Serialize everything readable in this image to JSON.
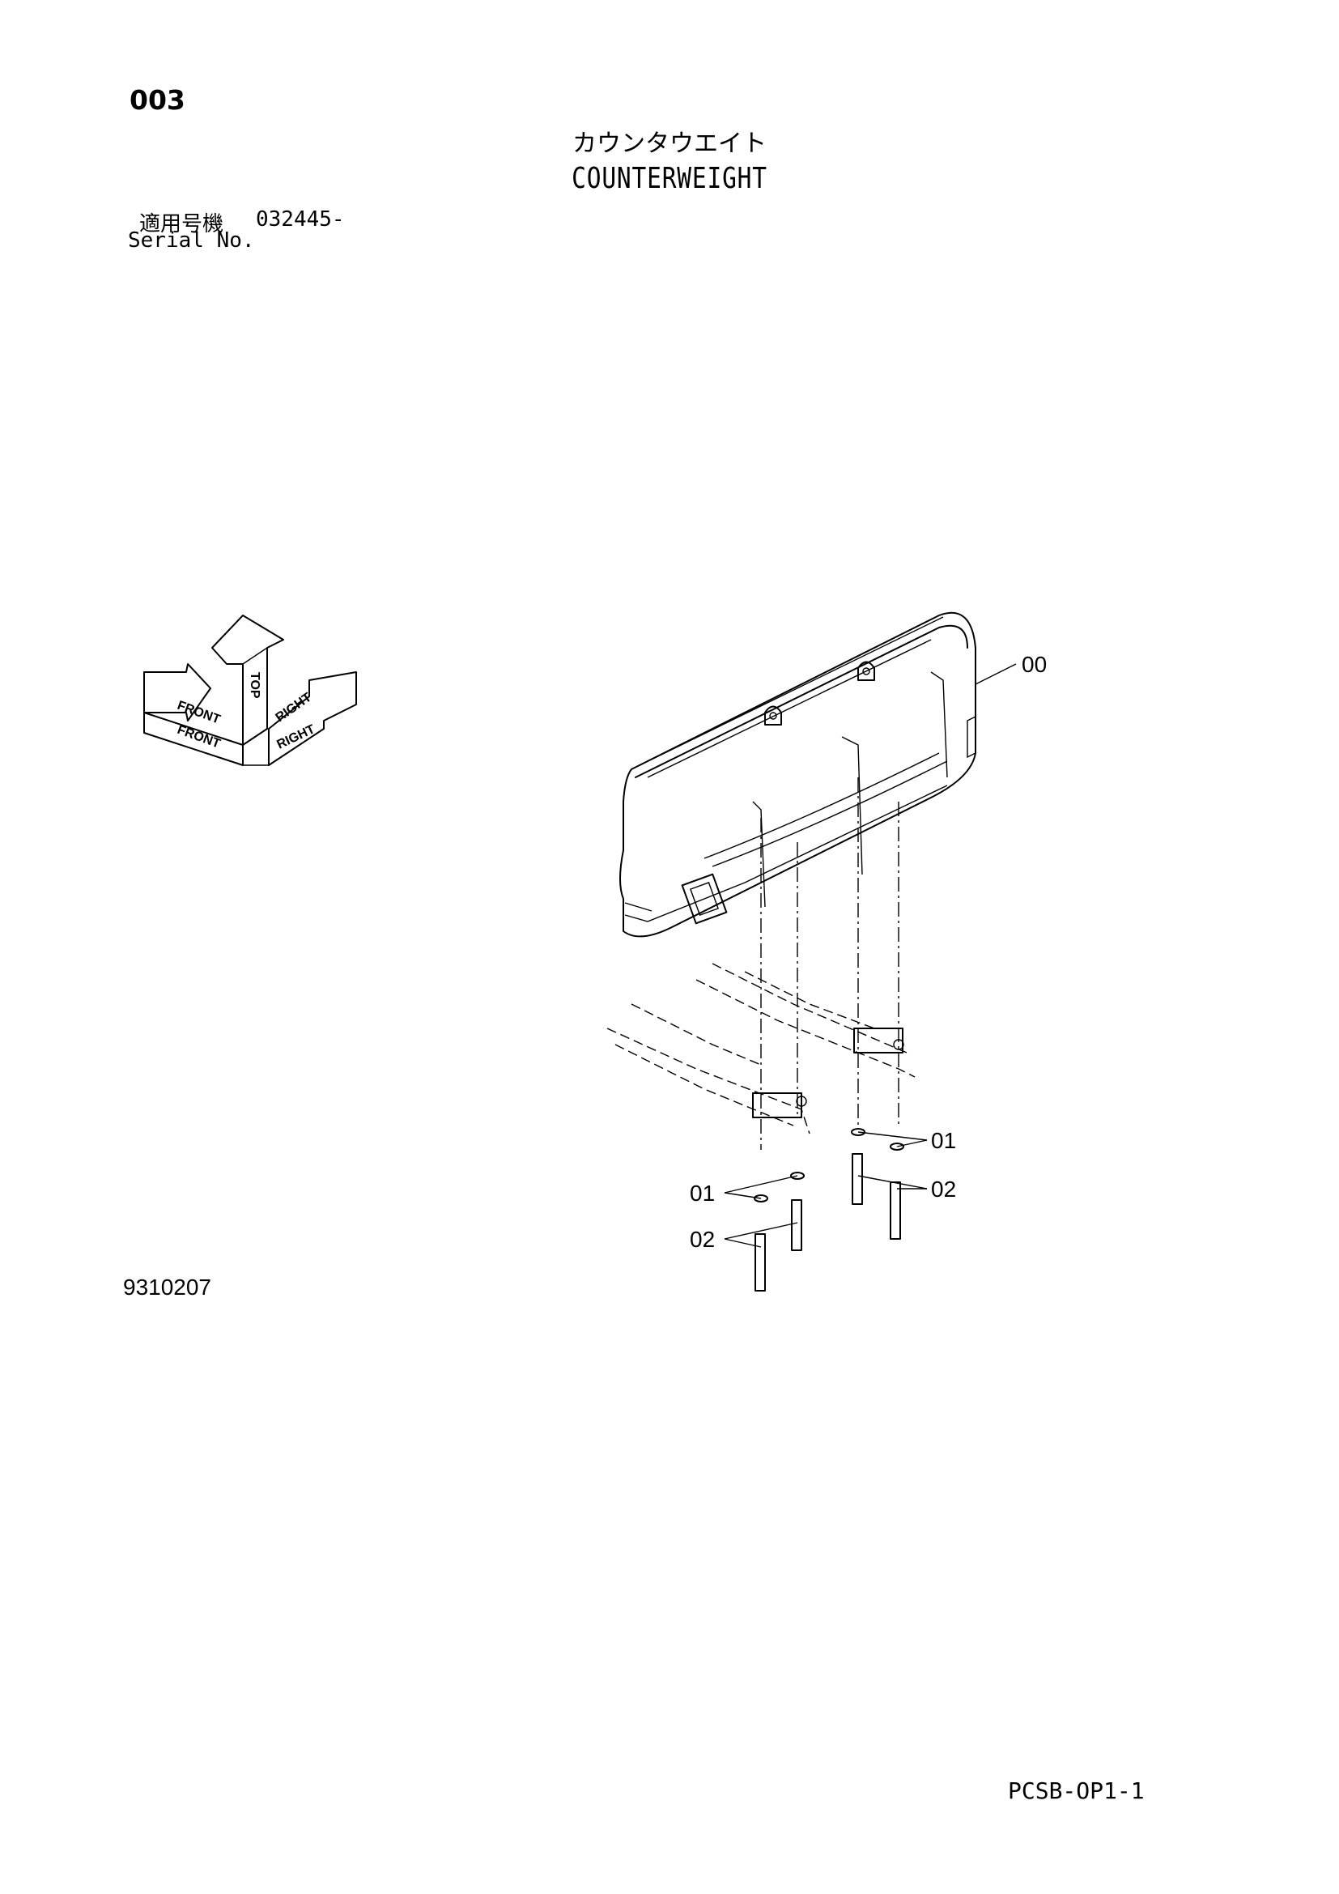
{
  "header": {
    "page_number": "003",
    "title_jp": "カウンタウエイト",
    "title_en": "COUNTERWEIGHT",
    "serial_label_jp": "適用号機",
    "serial_value": "032445-",
    "serial_label_en": "Serial No."
  },
  "orientation": {
    "top": "TOP",
    "front": "FRONT",
    "right": "RIGHT"
  },
  "callouts": {
    "counterweight": "00",
    "washer_right": "01",
    "bolt_right": "02",
    "washer_left": "01",
    "bolt_left": "02"
  },
  "footer": {
    "drawing_number": "9310207",
    "page_code": "PCSB-OP1-1"
  }
}
